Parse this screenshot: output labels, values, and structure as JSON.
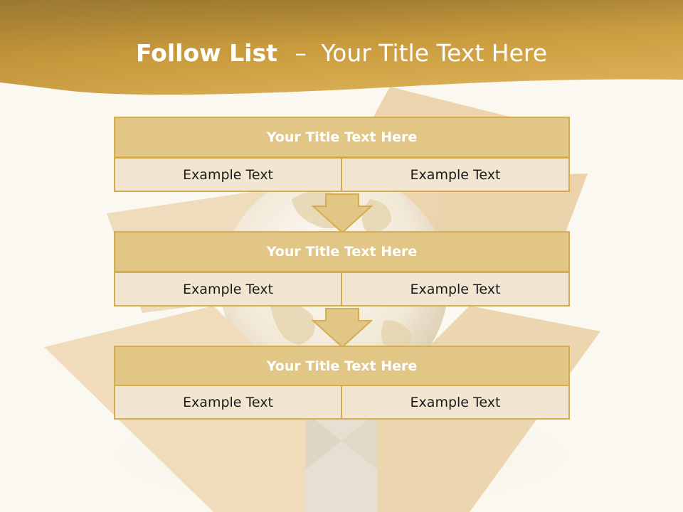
{
  "slide": {
    "title_bold": "Follow List",
    "title_dash": "–",
    "title_rest": "Your Title Text Here"
  },
  "colors": {
    "banner_dark": "#8c6f2e",
    "banner_light": "#d9ad52",
    "block_header": "#e2c685",
    "block_border": "#d4ac52",
    "cell_fill": "#f2e6d3",
    "background": "#fbf8f1"
  },
  "blocks": [
    {
      "title": "Your Title Text Here",
      "left_text": "Example Text",
      "right_text": "Example Text"
    },
    {
      "title": "Your Title Text Here",
      "left_text": "Example Text",
      "right_text": "Example Text"
    },
    {
      "title": "Your Title Text Here",
      "left_text": "Example Text",
      "right_text": "Example Text"
    }
  ],
  "decor": {
    "background_image": "open-cardboard-box-with-globe-illustration",
    "connector_icon": "down-arrow-icon"
  }
}
